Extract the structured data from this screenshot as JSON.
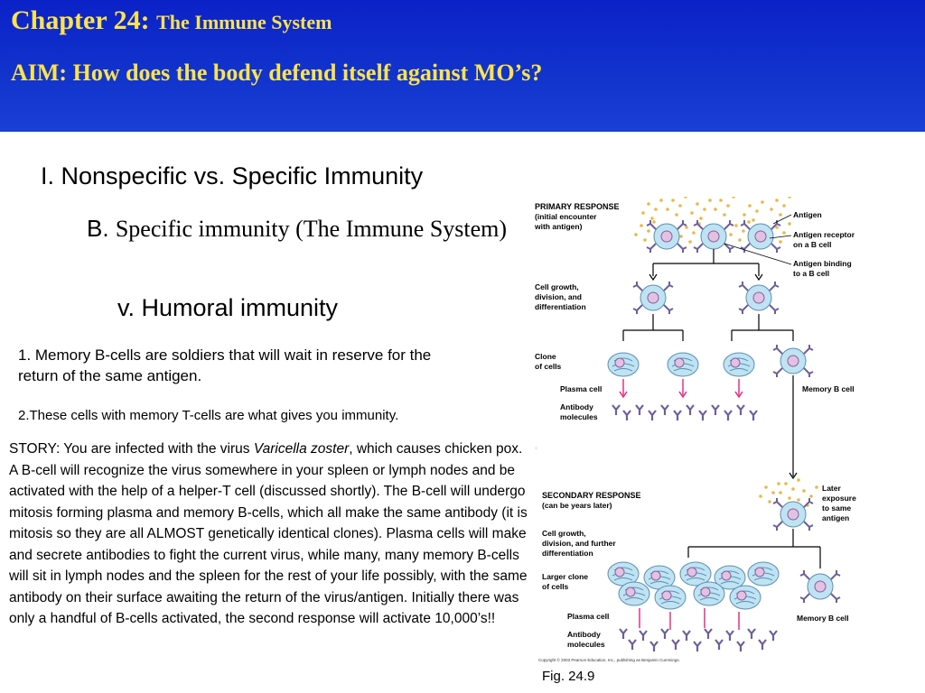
{
  "header": {
    "chapter": "Chapter 24:",
    "chapter_sub": "The Immune System",
    "aim": "AIM: How does the body defend itself  against MO’s?"
  },
  "outline": {
    "section": "I. Nonspecific vs. Specific Immunity",
    "sub_letter": "B.",
    "sub_title": "Specific immunity (The Immune System)",
    "subsub": "v. Humoral immunity"
  },
  "points": [
    "1. Memory B-cells are soldiers that will wait in reserve for the return of the same antigen.",
    "2.These cells with memory T-cells are what gives you immunity."
  ],
  "story": {
    "lead": "STORY: You are infected with the virus ",
    "italic": "Varicella zoster",
    "rest": ", which causes chicken pox. A B-cell will recognize the virus somewhere in your spleen or lymph nodes and be activated with the help of a helper-T cell (discussed shortly). The B-cell will undergo mitosis forming plasma and memory B-cells, which all make the same antibody (it is mitosis so they are all ALMOST genetically identical clones). Plasma cells will make and secrete antibodies to fight the current virus, while many, many memory B-cells will sit in lymph nodes and the spleen for the rest of your life possibly, with the same antibody on their surface awaiting the return of the virus/antigen. Initially there was only a handful of B-cells activated, the second response will activate 10,000’s!!"
  },
  "figure": {
    "primary_title": "PRIMARY RESPONSE",
    "primary_sub1": "(initial encounter",
    "primary_sub2": "with antigen)",
    "antigen": "Antigen",
    "receptor1": "Antigen receptor",
    "receptor2": "on a B cell",
    "binding1": "Antigen binding",
    "binding2": "to a B cell",
    "growth1": "Cell growth,",
    "growth2": "division, and",
    "growth3": "differentiation",
    "clone1": "Clone",
    "clone2": "of cells",
    "plasma": "Plasma cell",
    "antibody1": "Antibody",
    "antibody2": "molecules",
    "memory": "Memory B cell",
    "secondary_title": "SECONDARY RESPONSE",
    "secondary_sub": "(can be years later)",
    "later1": "Later",
    "later2": "exposure",
    "later3": "to same",
    "later4": "antigen",
    "growth_b1": "Cell growth,",
    "growth_b2": "division, and further",
    "growth_b3": "differentiation",
    "larger1": "Larger clone",
    "larger2": "of cells",
    "plasma2": "Plasma cell",
    "antibody_b1": "Antibody",
    "antibody_b2": "molecules",
    "memory2": "Memory B cell",
    "copyright": "Copyright © 2003 Pearson Education, Inc., publishing as Benjamin Cummings.",
    "caption": "Fig. 24.9"
  }
}
